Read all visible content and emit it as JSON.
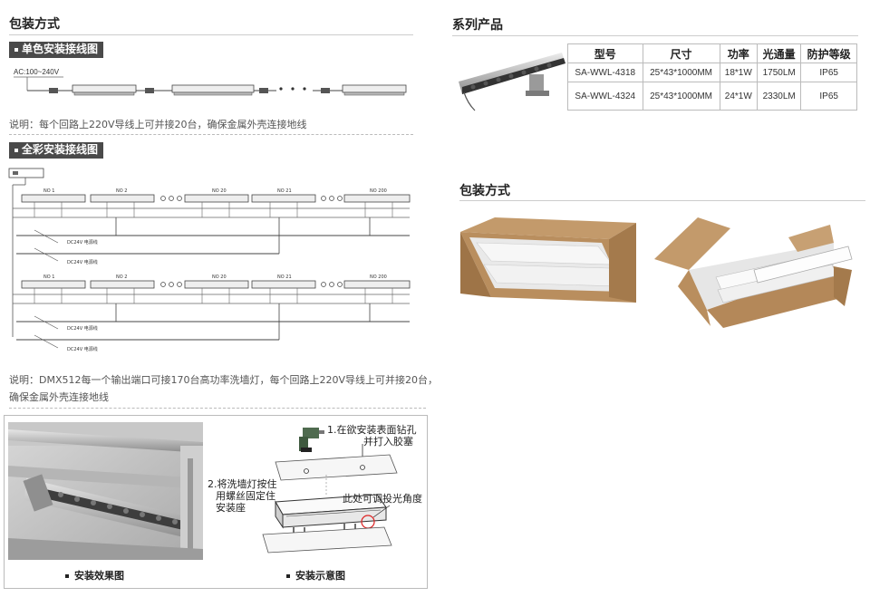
{
  "left": {
    "section_title": "包装方式",
    "single": {
      "tag": "单色安装接线图",
      "ac_label": "AC:100~240V",
      "dots": "・ ・ ・",
      "note": "说明：每个回路上220V导线上可并接20台，确保金属外壳连接地线"
    },
    "full": {
      "tag": "全彩安装接线图",
      "units_row": [
        "NO 1",
        "NO 2",
        "NO 20",
        "NO 21",
        "NO 200"
      ],
      "cable_label": "DC24V 电源线",
      "note_line1": "说明：DMX512每一个输出端口可接170台高功率洗墙灯，每个回路上220V导线上可并接20台，",
      "note_line2": "确保金属外壳连接地线"
    },
    "install": {
      "step1_line1": "1.在欲安装表面钻孔",
      "step1_line2": "并打入胶塞",
      "step2_line1": "2.将洗墙灯按住",
      "step2_line2": "用螺丝固定住",
      "step2_line3": "安装座",
      "angle_note": "此处可调投光角度",
      "caption_effect": "安装效果图",
      "caption_diagram": "安装示意图"
    }
  },
  "right": {
    "series_title": "系列产品",
    "table": {
      "headers": [
        "型号",
        "尺寸",
        "功率",
        "光通量",
        "防护等级"
      ],
      "rows": [
        [
          "SA-WWL-4318",
          "25*43*1000MM",
          "18*1W",
          "1750LM",
          "IP65"
        ],
        [
          "SA-WWL-4324",
          "25*43*1000MM",
          "24*1W",
          "2330LM",
          "IP65"
        ]
      ]
    },
    "packing_title": "包装方式"
  }
}
